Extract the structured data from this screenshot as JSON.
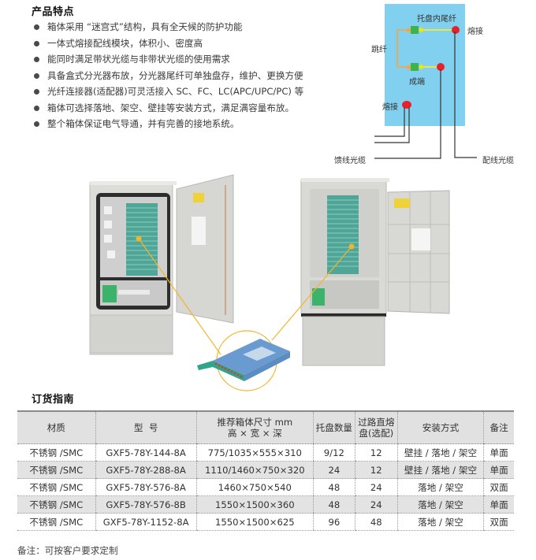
{
  "features": {
    "title": "产品特点",
    "items": [
      "箱体采用 “迷宫式”结构，具有全天候的防护功能",
      "一体式熔接配线模块，体积小、密度高",
      "能同时满足带状光缆与非带状光缆的使用需求",
      "具备盒式分光器布放，分光器尾纤可单独盘存，维护、更换方便",
      "光纤连接器(适配器)可灵活接入 SC、FC、LC(APC/UPC/PC) 等",
      "箱体可选择落地、架空、壁挂等安装方式，满足满容量布放。",
      "整个箱体保证电气导通，并有完善的接地系统。"
    ]
  },
  "diagram": {
    "labels": {
      "tray_pigtail": "托盘内尾纤",
      "splice_top": "熔接",
      "jumper": "跳纤",
      "terminated": "成端",
      "splice_bottom": "熔接",
      "feeder_cable": "馈线光缆",
      "distribution_cable": "配线光缆"
    },
    "colors": {
      "box": "#82d0ef",
      "adapter": "#3cb44b",
      "splice_point": "#e8202a",
      "jumper": "#f4a640",
      "pigtail": "#e8e84a",
      "cable": "#333333"
    }
  },
  "images": {
    "cabinet_left": "fiber-cabinet-single-side-open",
    "cabinet_right": "fiber-cabinet-double-side-open",
    "tray": "splice-tray-module",
    "callout_color": "#f2b52a"
  },
  "order_guide": {
    "title": "订货指南",
    "headers": [
      [
        "材质"
      ],
      [
        "型  号"
      ],
      [
        "推荐箱体尺寸 mm",
        "高 × 宽 × 深"
      ],
      [
        "托盘数量"
      ],
      [
        "过路直熔",
        "盘(选配)"
      ],
      [
        "安装方式"
      ],
      [
        "备注"
      ]
    ],
    "rows": [
      [
        "不锈钢 /SMC",
        "GXF5-78Y-144-8A",
        "775/1035×555×310",
        "9/12",
        "12",
        "壁挂 / 落地 / 架空",
        "单面"
      ],
      [
        "不锈钢 /SMC",
        "GXF5-78Y-288-8A",
        "1110/1460×750×320",
        "24",
        "12",
        "壁挂 / 落地 / 架空",
        "单面"
      ],
      [
        "不锈钢 /SMC",
        "GXF5-78Y-576-8A",
        "1460×750×540",
        "48",
        "24",
        "落地 / 架空",
        "双面"
      ],
      [
        "不锈钢 /SMC",
        "GXF5-78Y-576-8B",
        "1550×1500×360",
        "48",
        "24",
        "落地 / 架空",
        "单面"
      ],
      [
        "不锈钢 /SMC",
        "GXF5-78Y-1152-8A",
        "1550×1500×625",
        "96",
        "48",
        "落地 / 架空",
        "双面"
      ]
    ],
    "note": "备注：可按客户要求定制"
  }
}
